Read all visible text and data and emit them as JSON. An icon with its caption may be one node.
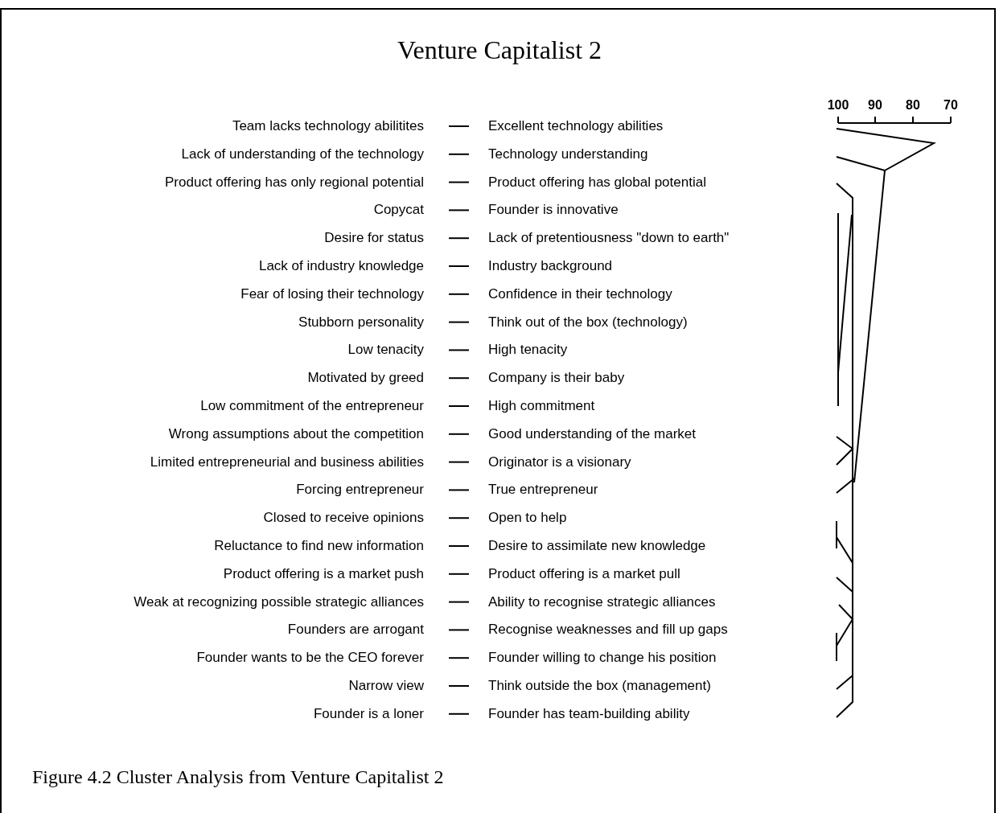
{
  "diagram": {
    "title": "Venture Capitalist 2",
    "caption": "Figure 4.2 Cluster Analysis from Venture Capitalist 2",
    "labels": [
      "100",
      "90",
      "80",
      "70",
      "Team lacks technology abilitites",
      "Excellent technology abilities",
      "Lack of understanding of the technology",
      "Technology understanding",
      "Product offering has only regional potential",
      "Product offering has global potential",
      "Copycat",
      "Founder is innovative",
      "Desire for status",
      "Lack of pretentiousness \"down to earth\"",
      "Lack of industry knowledge",
      "Industry background",
      "Fear of losing their technology",
      "Confidence in their technology",
      "Stubborn personality",
      "Think out of the box (technology)",
      "Low tenacity",
      "High tenacity",
      "Motivated by greed",
      "Company is their baby",
      "Low commitment of the entrepreneur",
      "High commitment",
      "Wrong assumptions about the competition",
      "Good understanding of the market",
      "Limited entrepreneurial and business abilities",
      "Originator is a visionary",
      "Forcing entrepreneur",
      "True entrepreneur",
      "Closed to receive opinions",
      "Open to help",
      "Reluctance to find new information",
      "Desire to assimilate new knowledge",
      "Product offering is a market push",
      "Product offering is a market pull",
      "Weak at recognizing possible strategic alliances",
      "Ability to recognise strategic alliances",
      "Founders are arrogant",
      "Recognise weaknesses and fill up gaps",
      "Founder wants to be the CEO forever",
      "Founder willing to change his position",
      "Narrow view",
      "Think outside the box (management)",
      "Founder is a loner",
      "Founder has team-building ability"
    ]
  }
}
